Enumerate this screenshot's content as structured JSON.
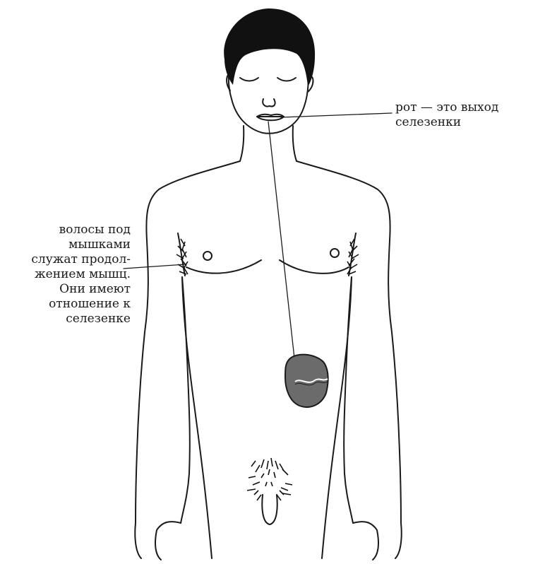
{
  "labels": {
    "mouth": {
      "lines": [
        "рот — это выход",
        "селезенки"
      ]
    },
    "armpit": {
      "lines": [
        "волосы под",
        "мышками",
        "служат продол-",
        "жением мышц.",
        "Они имеют",
        "отношение к",
        "селезенке"
      ]
    }
  },
  "colors": {
    "ink": "#1a1a1a",
    "hair": "#111111",
    "spleen": "#6b6b6b",
    "background": "#ffffff"
  }
}
